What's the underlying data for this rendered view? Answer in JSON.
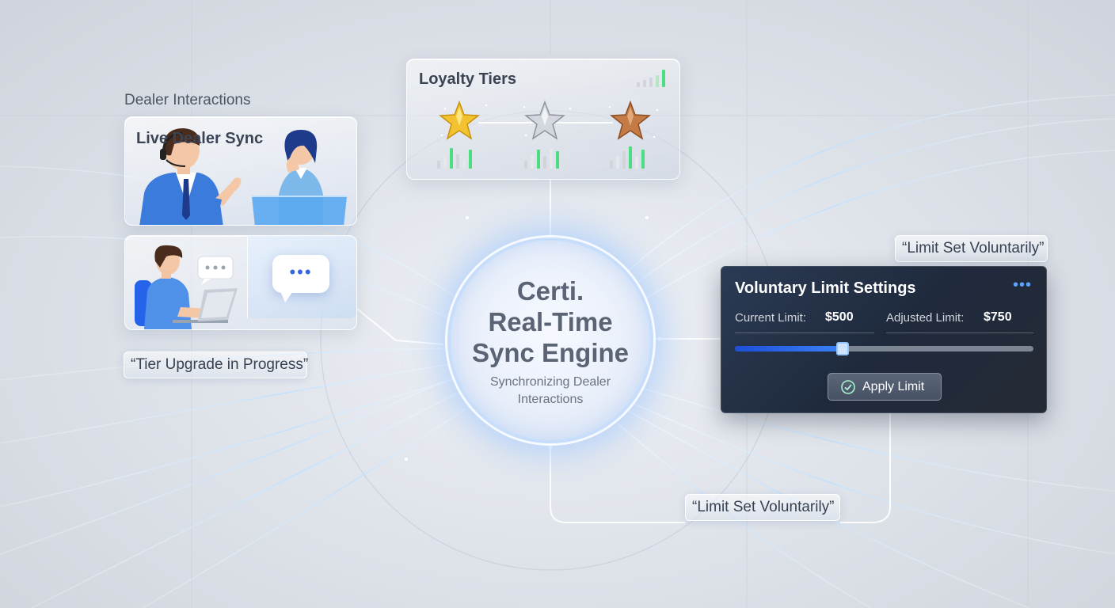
{
  "dealer_section": {
    "label": "Dealer Interactions",
    "live_card_title": "Live Dealer Sync"
  },
  "loyalty": {
    "title": "Loyalty Tiers",
    "tiers": [
      {
        "icon": "gold-star-icon",
        "color": "#e8b923"
      },
      {
        "icon": "silver-star-icon",
        "color": "#b8bcc4"
      },
      {
        "icon": "bronze-star-icon",
        "color": "#b8723e"
      }
    ]
  },
  "engine": {
    "title_line1": "Certi.",
    "title_line2": "Real-Time",
    "title_line3": "Sync Engine",
    "subtitle": "Synchronizing Dealer Interactions"
  },
  "limit_panel": {
    "title": "Voluntary Limit Settings",
    "current_label": "Current Limit:",
    "current_value": "$500",
    "adjusted_label": "Adjusted Limit:",
    "adjusted_value": "$750",
    "slider_fraction": 0.36,
    "apply_label": "Apply Limit"
  },
  "pills": {
    "tier_upgrade": "“Tier Upgrade in Progress”",
    "limit_top": "“Limit Set Voluntarily”",
    "limit_bottom": "“Limit Set Voluntarily”"
  },
  "colors": {
    "accent": "#3b82f6",
    "panel_dark": "#1f2a3d",
    "glow": "#9cc8ff",
    "bar_green": "#4ade80"
  }
}
